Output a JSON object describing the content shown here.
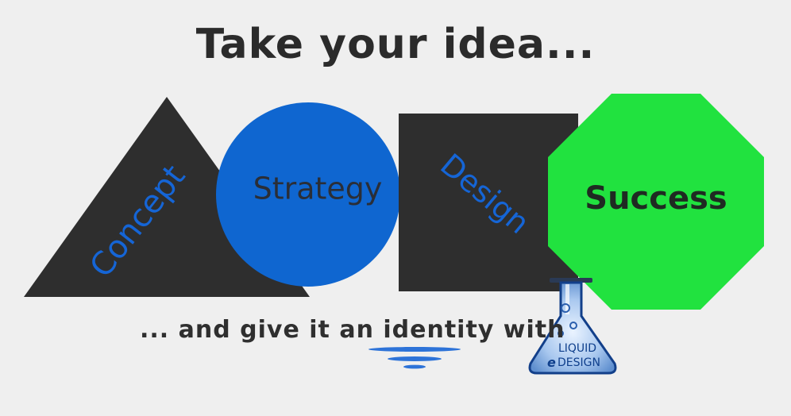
{
  "headline": "Take your idea...",
  "steps": {
    "concept": "Concept",
    "strategy": "Strategy",
    "design": "Design",
    "success": "Success"
  },
  "tagline": "... and give it an identity with",
  "logo": {
    "line1": "LIQUID",
    "line2": "DESIGN",
    "mark": "e",
    "icon": "flask-icon"
  },
  "colors": {
    "dark": "#2e2e2e",
    "blue": "#0f66d0",
    "green": "#21e23f",
    "background": "#efefef"
  }
}
